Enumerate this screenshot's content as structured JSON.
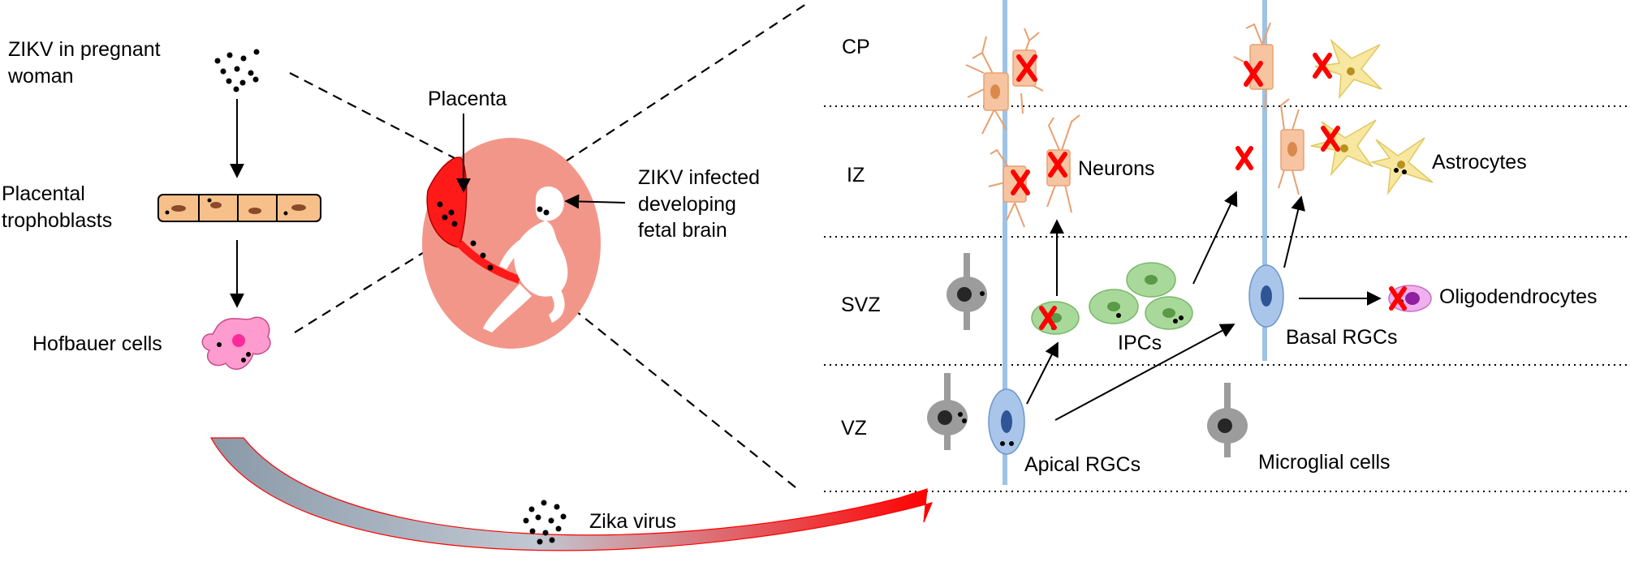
{
  "labels": {
    "zikv_pregnant": [
      "ZIKV in pregnant",
      "woman"
    ],
    "placental_trophoblasts": [
      "Placental",
      "trophoblasts"
    ],
    "hofbauer": "Hofbauer  cells",
    "placenta": "Placenta",
    "zikv_infected": [
      "ZIKV infected",
      "developing",
      "fetal brain"
    ],
    "zika_virus": "Zika virus"
  },
  "zones": [
    "CP",
    "IZ",
    "SVZ",
    "VZ"
  ],
  "cells": {
    "neurons": "Neurons",
    "astrocytes": "Astrocytes",
    "oligodendrocytes": "Oligodendrocytes",
    "ipcs": "IPCs",
    "basal_rgcs": "Basal RGCs",
    "apical_rgcs": "Apical RGCs",
    "microglial": "Microglial cells"
  },
  "colors": {
    "neuron": "#f7c4a2",
    "neuron_nucleus": "#d98a4a",
    "astrocyte": "#f8e7a0",
    "ipc": "#a8d99a",
    "ipc_nucleus": "#5a9a48",
    "rgc": "#a9c6ea",
    "rgc_nucleus": "#2f5597",
    "microglia": "#9c9c9c",
    "fiber": "#9dc3e6",
    "cross": "#ff0000",
    "uterus": "#f3968a",
    "placenta": "#ff1a1a",
    "trophoblast": "#f7c08a",
    "hofbauer": "#ff9ccf",
    "oligo": "#e98ae6"
  }
}
